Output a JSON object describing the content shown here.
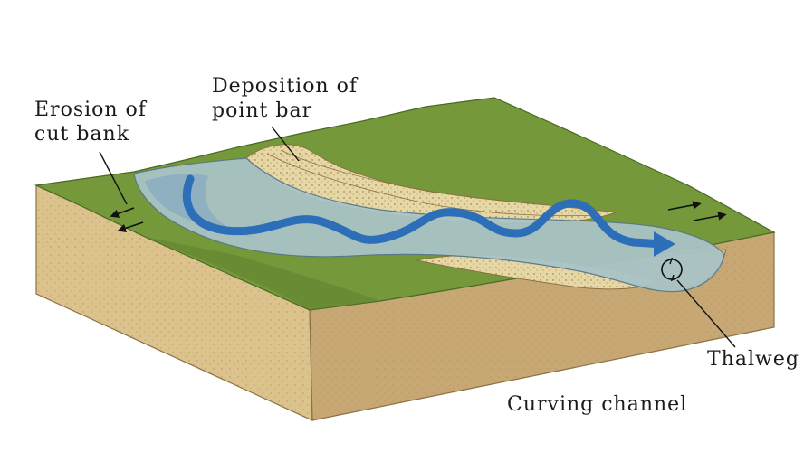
{
  "labels": {
    "erosion_line1": "Erosion of",
    "erosion_line2": "cut bank",
    "deposition_line1": "Deposition of",
    "deposition_line2": "point bar",
    "thalweg": "Thalweg",
    "caption": "Curving channel"
  },
  "colors": {
    "grass": "#74983a",
    "grass_dark": "#5f8230",
    "soil_front": "#dcc28c",
    "soil_side": "#c7a874",
    "water": "#a9c3c6",
    "water_deep": "#7fa5c2",
    "flow_arrow": "#2c6fb8",
    "point_bar": "#e7d7a4",
    "text": "#1a1a1a"
  }
}
